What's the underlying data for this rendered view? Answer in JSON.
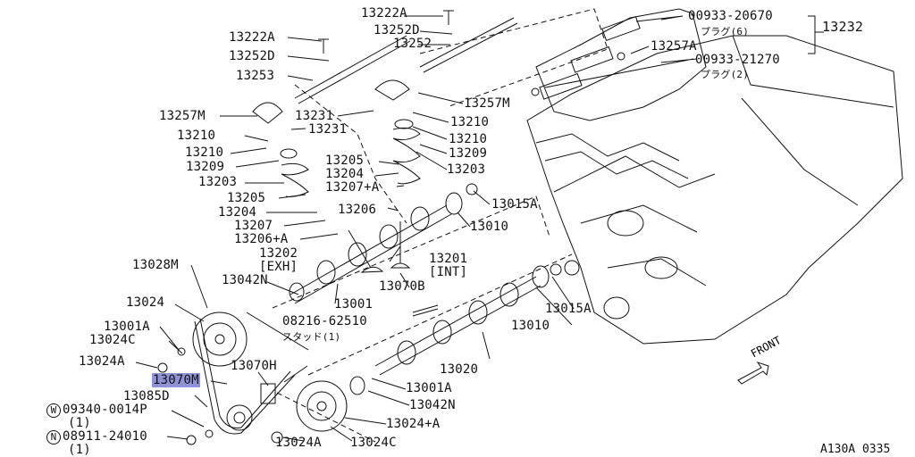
{
  "labels": {
    "p13222A_top": "13222A",
    "p13252D_top": "13252D",
    "p13252_top": "13252",
    "p00933_20670": "00933-20670",
    "plug6": "プラグ(6)",
    "p13232": "13232",
    "p13257A": "13257A",
    "p00933_21270": "00933-21270",
    "plug2": "プラグ(2)",
    "p13222A_left": "13222A",
    "p13252D_left": "13252D",
    "p13253": "13253",
    "p13257M_right": "13257M",
    "p13257M_left": "13257M",
    "p13231_a": "13231",
    "p13231_b": "13231",
    "p13210_r1": "13210",
    "p13210_r2": "13210",
    "p13209_r": "13209",
    "p13203_r": "13203",
    "p13210_l1": "13210",
    "p13210_l2": "13210",
    "p13209_l": "13209",
    "p13203_l": "13203",
    "p13205_l": "13205",
    "p13204_l": "13204",
    "p13207_l": "13207",
    "p13206A_l": "13206+A",
    "p13205_c": "13205",
    "p13204_c": "13204",
    "p13207A_c": "13207+A",
    "p13206_c": "13206",
    "p13015A_top": "13015A",
    "p13010_top": "13010",
    "p13202": "13202",
    "exh": "[EXH]",
    "p13201": "13201",
    "int": "[INT]",
    "p13028M": "13028M",
    "p13042N_top": "13042N",
    "p13001": "13001",
    "p13070B": "13070B",
    "p13024": "13024",
    "p08216": "08216-62510",
    "stud": "スタッド(1)",
    "p13015A_bot": "13015A",
    "p13010_bot": "13010",
    "p13001A_left": "13001A",
    "p13024C_left": "13024C",
    "p13024A_left": "13024A",
    "p13070M": "13070M",
    "p13070H": "13070H",
    "p13020": "13020",
    "p13001A_bot": "13001A",
    "p13042N_bot": "13042N",
    "p13085D": "13085D",
    "p09340": "09340-0014P",
    "qty1_a": "(1)",
    "p08911": "08911-24010",
    "qty1_b": "(1)",
    "p13024A_plus": "13024+A",
    "p13024A_bot": "13024A",
    "p13024C_bot": "13024C",
    "washer_mark": "W",
    "nut_mark": "N",
    "front": "FRONT",
    "drawing_code": "A130A 0335"
  },
  "colors": {
    "line": "#111111",
    "highlight": "#8f93d6",
    "background": "#ffffff"
  }
}
